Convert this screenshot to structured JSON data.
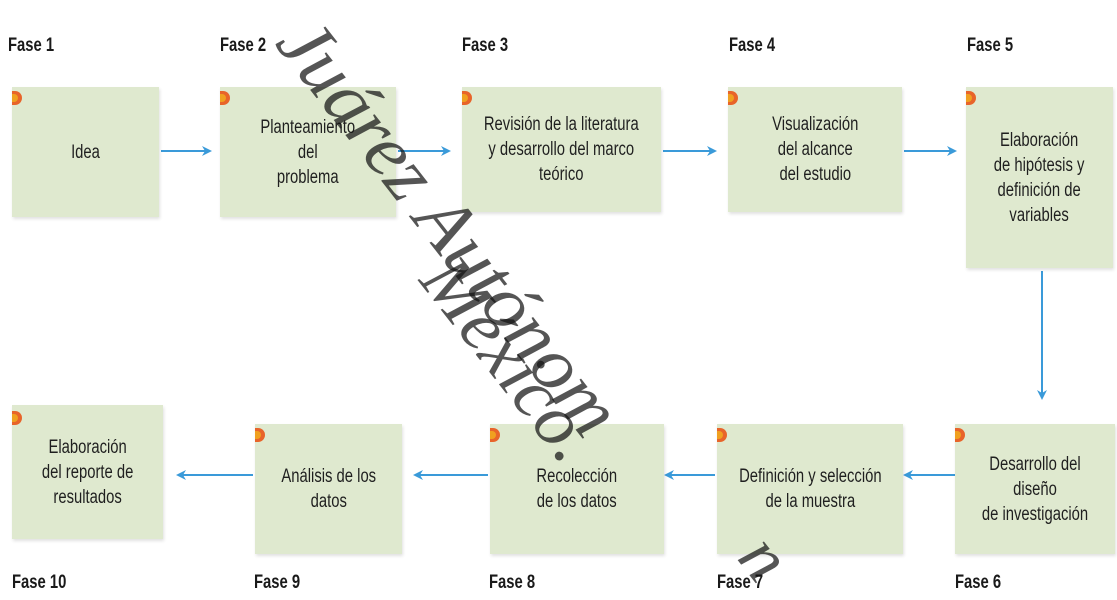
{
  "phases": [
    {
      "label": "Fase 1",
      "text": "Idea"
    },
    {
      "label": "Fase 2",
      "text": "Planteamiento\ndel\nproblema"
    },
    {
      "label": "Fase 3",
      "text": "Revisión de la literatura\ny desarrollo del marco\nteórico"
    },
    {
      "label": "Fase 4",
      "text": "Visualización\ndel alcance\ndel estudio"
    },
    {
      "label": "Fase 5",
      "text": "Elaboración\nde hipótesis y\ndefinición de\nvariables"
    },
    {
      "label": "Fase 6",
      "text": "Desarrollo del diseño\nde investigación"
    },
    {
      "label": "Fase 7",
      "text": "Definición y selección\nde la muestra"
    },
    {
      "label": "Fase 8",
      "text": "Recolección\nde los datos"
    },
    {
      "label": "Fase 9",
      "text": "Análisis de los\ndatos"
    },
    {
      "label": "Fase 10",
      "text": "Elaboración\ndel reporte de\nresultados"
    }
  ],
  "watermark": {
    "line1": "Juárez Autónom",
    "line2": "México.",
    "line3": "n"
  },
  "colors": {
    "box": "#dfe9cf",
    "arrow": "#3a9ad9",
    "icon": "#e8642a"
  }
}
